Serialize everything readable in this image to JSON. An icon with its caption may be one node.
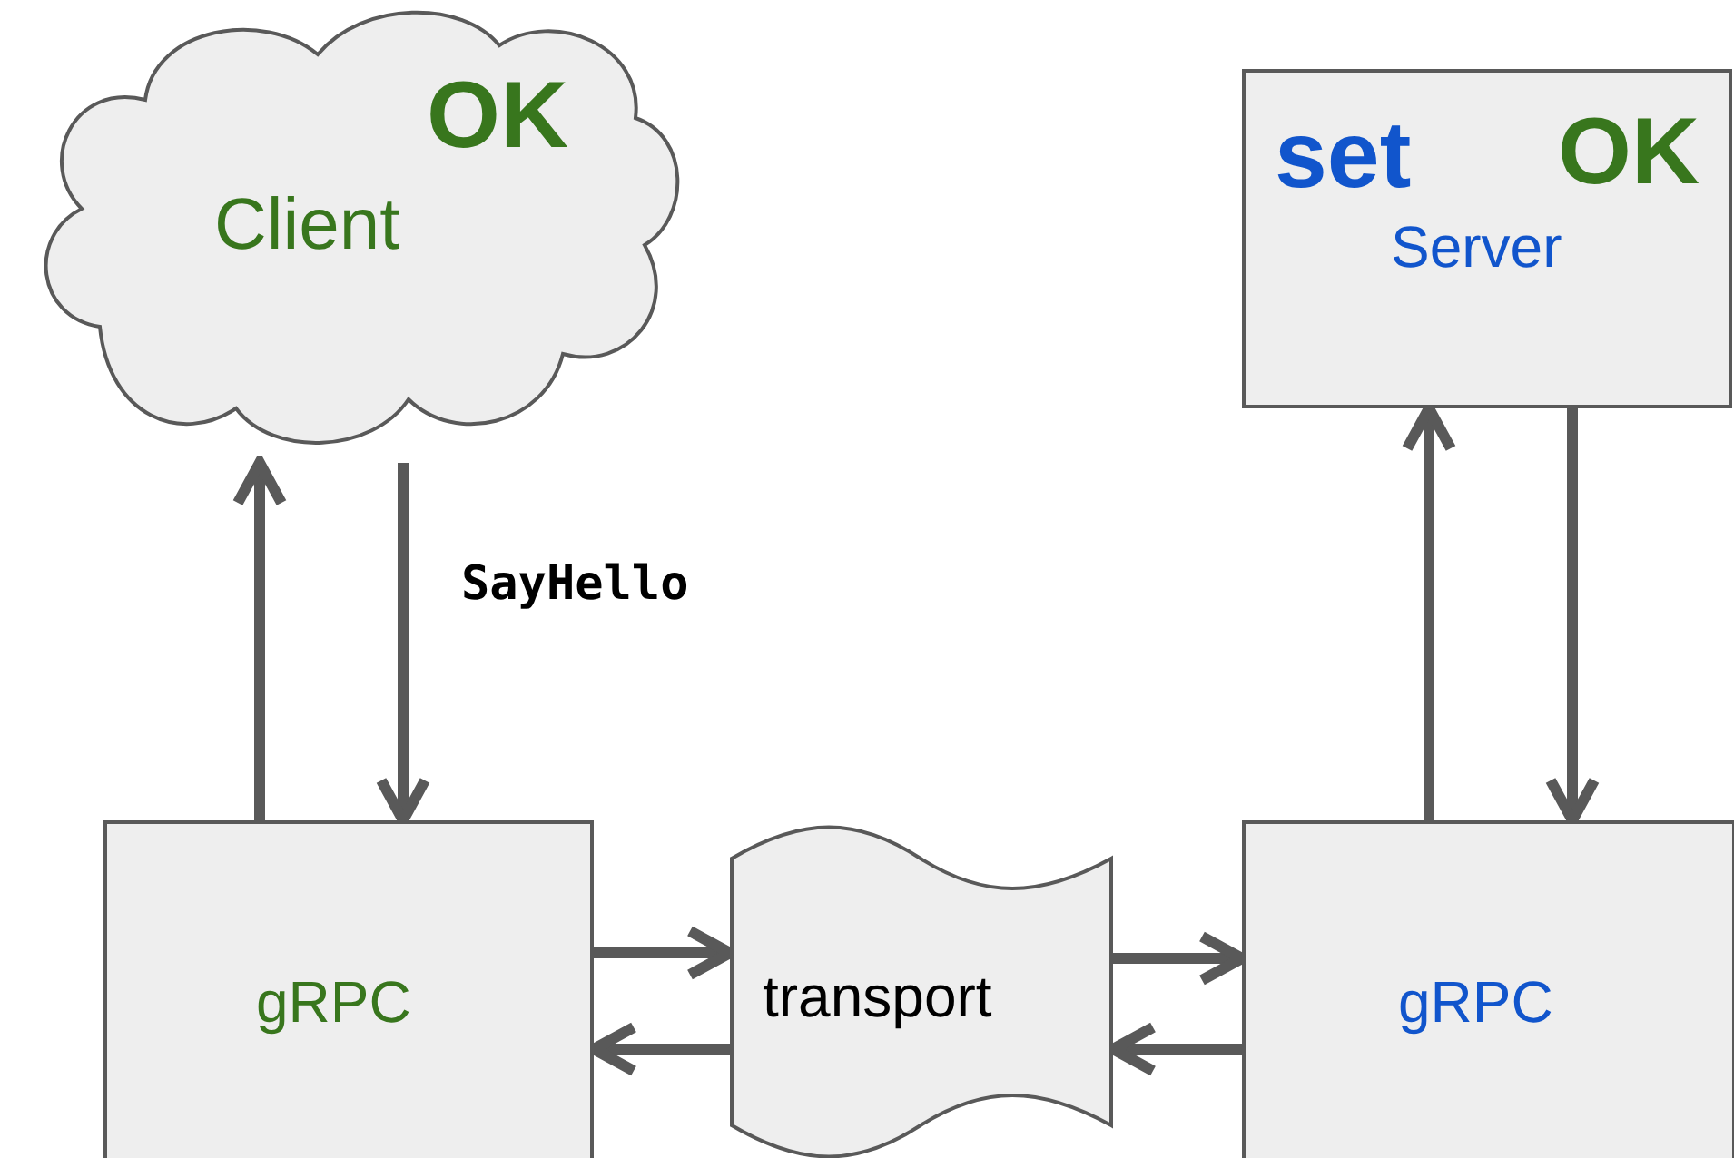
{
  "diagram": {
    "nodes": [
      {
        "text": [
          "OK",
          "Client"
        ]
      },
      {
        "text": [
          "set",
          "OK",
          "Server"
        ]
      },
      {
        "text": [
          "gRPC"
        ]
      },
      {
        "text": [
          "transport"
        ]
      },
      {
        "text": [
          "gRPC"
        ]
      }
    ],
    "edges": [
      {
        "from": 2,
        "to": 0,
        "arrow": "to"
      },
      {
        "from": 0,
        "to": 2,
        "arrow": "to",
        "label": "SayHello"
      },
      {
        "from": 2,
        "to": 3,
        "arrow": "to"
      },
      {
        "from": 3,
        "to": 2,
        "arrow": "to"
      },
      {
        "from": 3,
        "to": 4,
        "arrow": "to"
      },
      {
        "from": 4,
        "to": 3,
        "arrow": "to"
      },
      {
        "from": 4,
        "to": 1,
        "arrow": "to"
      },
      {
        "from": 1,
        "to": 4,
        "arrow": "to"
      }
    ]
  }
}
